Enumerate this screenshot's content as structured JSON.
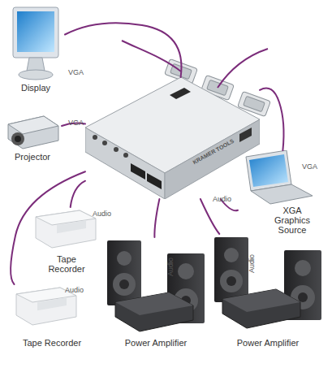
{
  "diagram": {
    "nodes": [
      {
        "text": [
          "Display"
        ]
      },
      {
        "text": [
          "Projector"
        ]
      },
      {
        "text": [
          "KRAMER TOOLS"
        ]
      },
      {
        "text": [
          "XGA Graphics Source"
        ]
      },
      {
        "text": [
          "Tape Recorder"
        ]
      },
      {
        "text": [
          "Tape Recorder"
        ]
      },
      {
        "text": [
          "Power Amplifier"
        ]
      },
      {
        "text": [
          "Power Amplifier"
        ]
      }
    ],
    "edges": [
      {
        "from": 2,
        "to": 0,
        "label": "VGA",
        "arrow": "none"
      },
      {
        "from": 2,
        "to": 1,
        "label": "VGA",
        "arrow": "none"
      },
      {
        "from": 3,
        "to": 2,
        "label": "VGA",
        "arrow": "none"
      },
      {
        "from": 3,
        "to": 2,
        "label": "Audio",
        "arrow": "none"
      },
      {
        "from": 2,
        "to": 4,
        "label": "Audio",
        "arrow": "none"
      },
      {
        "from": 2,
        "to": 5,
        "label": "Audio",
        "arrow": "none"
      },
      {
        "from": 2,
        "to": 6,
        "label": "Audio",
        "arrow": "none"
      },
      {
        "from": 2,
        "to": 7,
        "label": "Audio",
        "arrow": "none"
      }
    ]
  }
}
